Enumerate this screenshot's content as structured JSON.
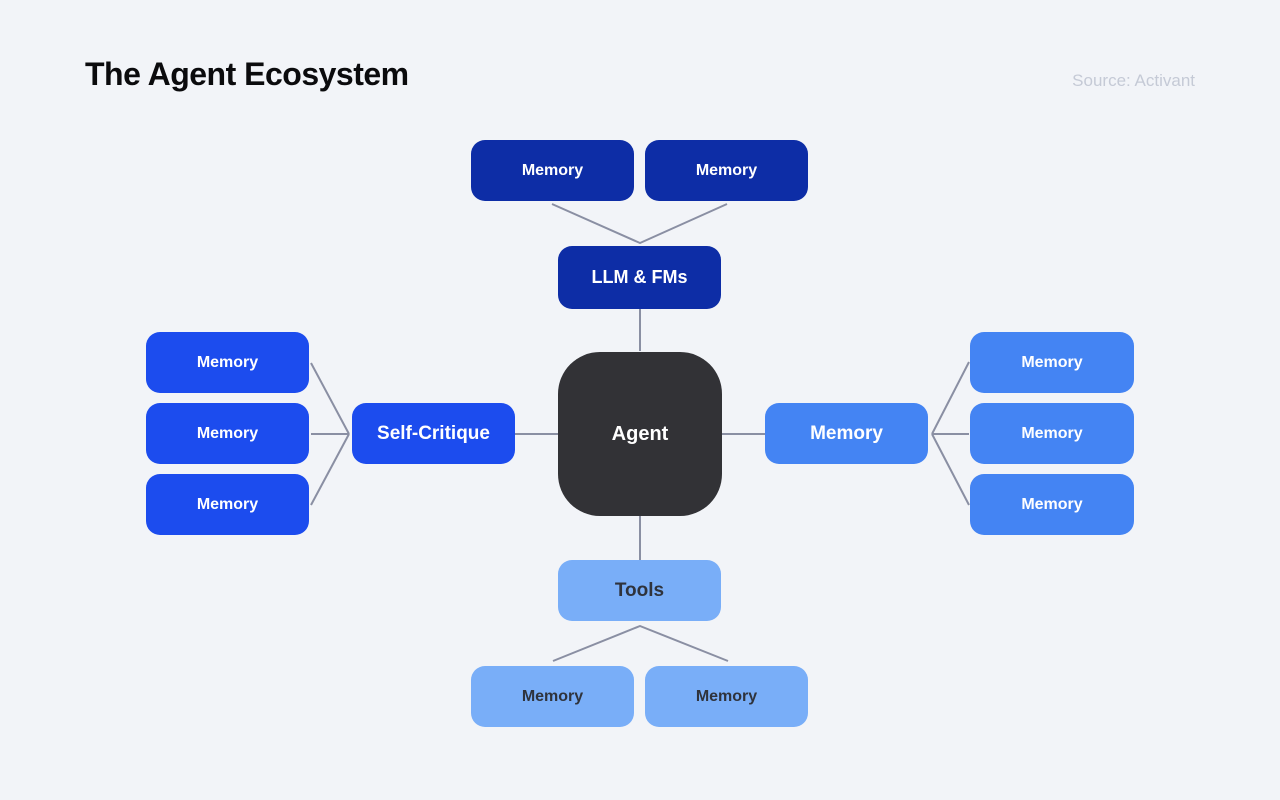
{
  "page": {
    "title": "The Agent Ecosystem",
    "source": "Source: Activant"
  },
  "colors": {
    "background": "#F2F4F8",
    "navy": "#0D2DA6",
    "bright_blue": "#1C4CEE",
    "medium_blue": "#4484F3",
    "light_blue": "#79AEF8",
    "agent_dark": "#323236",
    "connector": "#8A8FA3",
    "text_light": "#FFFFFF",
    "text_dark": "#2F333C",
    "title_color": "#0B0B0D",
    "source_color": "#C5CAD6"
  },
  "diagram": {
    "agent": {
      "label": "Agent"
    },
    "llm": {
      "label": "LLM & FMs"
    },
    "self_critique": {
      "label": "Self-Critique"
    },
    "memory_hub": {
      "label": "Memory"
    },
    "tools": {
      "label": "Tools"
    },
    "top_children": [
      {
        "label": "Memory"
      },
      {
        "label": "Memory"
      }
    ],
    "left_children": [
      {
        "label": "Memory"
      },
      {
        "label": "Memory"
      },
      {
        "label": "Memory"
      }
    ],
    "right_children": [
      {
        "label": "Memory"
      },
      {
        "label": "Memory"
      },
      {
        "label": "Memory"
      }
    ],
    "bottom_children": [
      {
        "label": "Memory"
      },
      {
        "label": "Memory"
      }
    ]
  }
}
